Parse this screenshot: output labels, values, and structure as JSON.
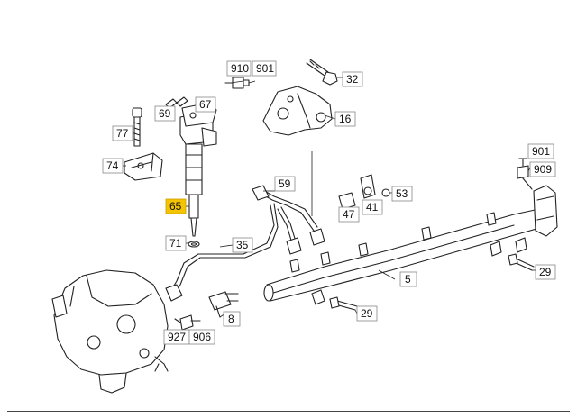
{
  "callouts": {
    "c910": "910",
    "c901a": "901",
    "c32": "32",
    "c67": "67",
    "c69": "69",
    "c16": "16",
    "c77": "77",
    "c901b": "901",
    "c909": "909",
    "c74": "74",
    "c59": "59",
    "c53": "53",
    "c65": "65",
    "c47": "47",
    "c41": "41",
    "c71": "71",
    "c35": "35",
    "c5": "5",
    "c29a": "29",
    "c8": "8",
    "c29b": "29",
    "c927": "927",
    "c906": "906"
  },
  "highlight_color": "#f5c400"
}
